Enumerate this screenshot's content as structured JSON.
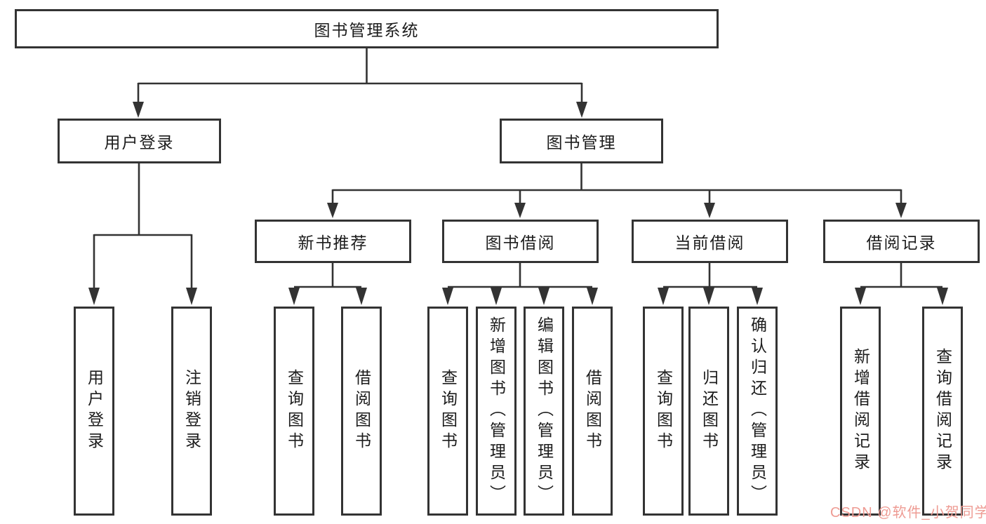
{
  "tree": {
    "label": "图书管理系统",
    "children": [
      {
        "label": "用户登录",
        "children": [
          {
            "label": "用户登录"
          },
          {
            "label": "注销登录"
          }
        ]
      },
      {
        "label": "图书管理",
        "children": [
          {
            "label": "新书推荐",
            "children": [
              {
                "label": "查询图书"
              },
              {
                "label": "借阅图书"
              }
            ]
          },
          {
            "label": "图书借阅",
            "children": [
              {
                "label": "查询图书"
              },
              {
                "label": "新增图书（管理员）"
              },
              {
                "label": "编辑图书（管理员）"
              },
              {
                "label": "借阅图书"
              }
            ]
          },
          {
            "label": "当前借阅",
            "children": [
              {
                "label": "查询图书"
              },
              {
                "label": "归还图书"
              },
              {
                "label": "确认归还（管理员）"
              }
            ]
          },
          {
            "label": "借阅记录",
            "children": [
              {
                "label": "新增借阅记录"
              },
              {
                "label": "查询借阅记录"
              }
            ]
          }
        ]
      }
    ]
  },
  "watermark": {
    "text": "CSDN @软件_小贺同学",
    "color": "#ee9b93"
  },
  "colors": {
    "line": "#333333",
    "box_background": "#ffffff",
    "text": "#1c1c1c"
  }
}
